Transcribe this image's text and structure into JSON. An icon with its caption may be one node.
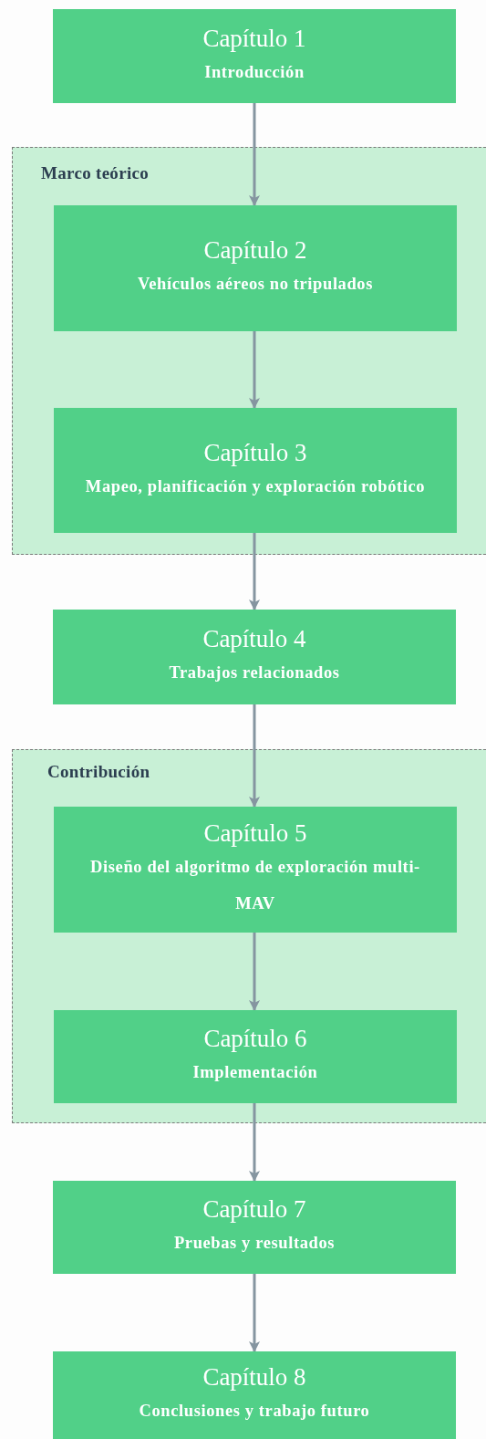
{
  "diagram": {
    "nodes": [
      {
        "text": [
          "Capítulo 1",
          "Introducción"
        ]
      },
      {
        "text": [
          "Marco teórico"
        ]
      },
      {
        "text": [
          "Capítulo 2",
          "Vehículos aéreos no tripulados"
        ],
        "in": 1
      },
      {
        "text": [
          "Capítulo 3",
          "Mapeo, planificación y exploración robótico"
        ],
        "in": 1
      },
      {
        "text": [
          "Capítulo 4",
          "Trabajos relacionados"
        ]
      },
      {
        "text": [
          "Contribución"
        ]
      },
      {
        "text": [
          "Capítulo 5",
          "Diseño del algoritmo de exploración multi-MAV"
        ],
        "in": 5
      },
      {
        "text": [
          "Capítulo 6",
          "Implementación"
        ],
        "in": 5
      },
      {
        "text": [
          "Capítulo 7",
          "Pruebas y resultados"
        ]
      },
      {
        "text": [
          "Capítulo 8",
          "Conclusiones y trabajo futuro"
        ]
      }
    ],
    "edges": [
      {
        "from": 0,
        "to": 2,
        "arrow": "to"
      },
      {
        "from": 2,
        "to": 3,
        "arrow": "to"
      },
      {
        "from": 3,
        "to": 4,
        "arrow": "to"
      },
      {
        "from": 4,
        "to": 6,
        "arrow": "to"
      },
      {
        "from": 6,
        "to": 7,
        "arrow": "to"
      },
      {
        "from": 7,
        "to": 8,
        "arrow": "to"
      },
      {
        "from": 8,
        "to": 9,
        "arrow": "to"
      }
    ]
  }
}
